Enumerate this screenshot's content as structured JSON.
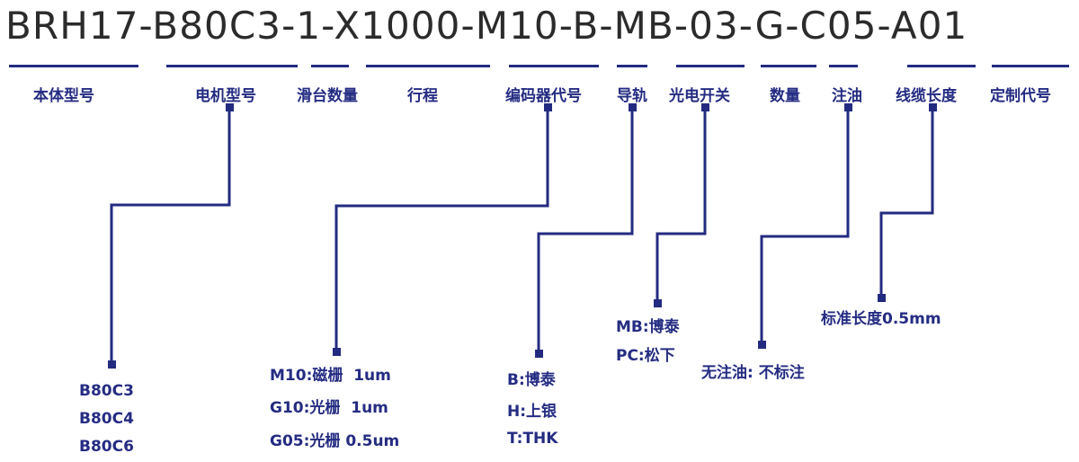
{
  "model_code": "BRH17-B80C3-1-X1000-M10-B-MB-03-G-C05-A01",
  "segments": [
    {
      "label": "本体型号"
    },
    {
      "label": "电机型号",
      "options": [
        "B80C3",
        "B80C4",
        "B80C6"
      ]
    },
    {
      "label": "滑台数量"
    },
    {
      "label": "行程"
    },
    {
      "label": "编码器代号",
      "options": [
        "M10:磁栅  1um",
        "G10:光栅  1um",
        "G05:光栅 0.5um"
      ]
    },
    {
      "label": "导轨",
      "options": [
        "B:博泰",
        "H:上银",
        "T:THK"
      ]
    },
    {
      "label": "光电开关",
      "options": [
        "MB:博泰",
        "PC:松下"
      ]
    },
    {
      "label": "数量"
    },
    {
      "label": "注油",
      "options": [
        "无注油: 不标注"
      ]
    },
    {
      "label": "线缆长度",
      "options": [
        "标准长度0.5mm"
      ]
    },
    {
      "label": "定制代号"
    }
  ],
  "colors": {
    "accent": "#232b80",
    "code_text": "#2b2b2b"
  }
}
